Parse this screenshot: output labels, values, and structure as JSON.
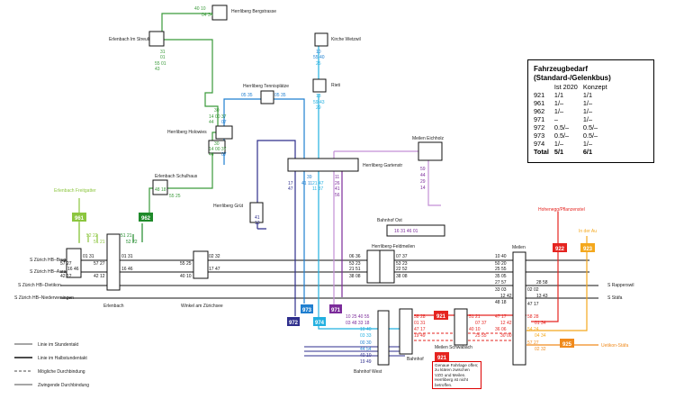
{
  "colors": {
    "green": "#3a9a3a",
    "lime": "#8cc63f",
    "dark_green": "#1f8a2a",
    "blue": "#1f7fd0",
    "navy": "#2e2e8c",
    "purple": "#7b2b9a",
    "lilac": "#c38fd6",
    "cyan": "#22b0e0",
    "red": "#e52420",
    "orange": "#f08a1c",
    "amber": "#f4a81d",
    "black": "#111111"
  },
  "stops": {
    "bergstrasse": "Herrliberg Bergstrasse",
    "streuli": "Erlenbach Im Streuli",
    "wetzwil": "Kirche Wetzwil",
    "rieti": "Rieti",
    "tennisplaetze": "Herrliberg Tennisplätze",
    "holowies": "Herrliberg Holowies",
    "schulhaus": "Erlenbach Schulhaus",
    "eichholz": "Meilen Eichholz",
    "gartenstr": "Herrliberg Gartenstr",
    "gruet": "Herrliberg Grüt",
    "bahnhof_ost": "Bahnhof Ost",
    "feldmeilen": "Herrliberg-Feldmeilen",
    "meilen": "Meilen",
    "erlenbach": "Erlenbach",
    "winkel": "Winkel am Zürichsee",
    "freitgatter": "Erlenbach Freitgatter",
    "hohenegg": "Hohenegg/Pflanzenstel",
    "inderau": "In der Au",
    "uetikon": "Uetikon-Stäfa",
    "schwabach": "Meilen Schwabach",
    "bahnhof": "Bahnhof",
    "bahnhof_west": "Bahnhof West"
  },
  "rail": {
    "brugg": "S Zürich HB–Brugg",
    "aarau": "S Zürich HB–Aarau",
    "dietikon": "S Zürich HB–Dietikon",
    "niederweningen": "S Zürich HB–Niederweningen",
    "rapperswil": "S Rapperswil",
    "staefa": "S Stäfa"
  },
  "lines": {
    "l921": "921",
    "l961": "961",
    "l962": "962",
    "l971": "971",
    "l972": "972",
    "l973": "973",
    "l974": "974",
    "l925": "925",
    "l922": "922",
    "l923": "923"
  },
  "times": {
    "t1": "40 10",
    "t2": "04 34",
    "t3": "31",
    "t4": "01",
    "t5": "55 01",
    "t6": "43",
    "t7": "10",
    "t8": "55 40",
    "t9": "25",
    "t10": "13",
    "t11": "59 43",
    "t12": "29",
    "t13": "05 35",
    "t14": "05 35",
    "t15": "30",
    "t16": "14 00 37",
    "t17": "44",
    "t18": "07",
    "t19": "30",
    "t20": "14 00 37",
    "t21": "44",
    "t22": "07",
    "t23": "48 18",
    "t24": "55 25",
    "t25": "59",
    "t26": "44",
    "t27": "29",
    "t28": "14",
    "t29": "17",
    "t30": "47",
    "t31": "39",
    "t32": "41 11",
    "t33": "21 47",
    "t34": "11 37",
    "t35": "11",
    "t36": "26",
    "t37": "41",
    "t38": "56",
    "t39": "41",
    "t40": "13",
    "t41": "16 31 46 01",
    "t42": "52 22",
    "t43": "51 21",
    "t44": "52 22",
    "t45": "51 21",
    "t46": "01 31",
    "t47": "57 27",
    "t48": "16 46",
    "t49": "42 12",
    "t50": "01 31",
    "t51": "57 27",
    "t52": "16 46",
    "t53": "42 12",
    "t54": "02 32",
    "t55": "55 25",
    "t56": "17 47",
    "t57": "40 10",
    "t58": "06 36",
    "t59": "53 23",
    "t60": "21 51",
    "t61": "38 08",
    "t62": "07 37",
    "t63": "53 23",
    "t64": "22 52",
    "t65": "38 08",
    "t66": "10 40",
    "t67": "50 20",
    "t68": "25 55",
    "t69": "35 05",
    "t70": "27 57",
    "t71": "33 03",
    "t72": "12 42",
    "t73": "48 18",
    "t74": "47 17",
    "t75": "28 58",
    "t76": "02 02",
    "t77": "13 43",
    "t78": "10 25 40 55",
    "t79": "03 48 33 18",
    "t80": "10 40",
    "t81": "03 33",
    "t82": "00 30",
    "t83": "44 54",
    "t84": "40 10",
    "t85": "19 49",
    "t86": "58 28",
    "t87": "01 31",
    "t88": "47 17",
    "t89": "19 49",
    "t90": "51 21",
    "t91": "07 37",
    "t92": "40 10",
    "t93": "25 55",
    "t94": "47 17",
    "t95": "12 42",
    "t96": "36 06",
    "t97": "30 00",
    "t98": "58 28",
    "t99": "01 34",
    "t100": "54 24",
    "t101": "04 34",
    "t102": "57 27",
    "t103": "02 32"
  },
  "table": {
    "title": "Fahrzeugbedarf (Standard-/Gelenkbus)",
    "head": [
      "",
      "Ist 2020",
      "Konzept"
    ],
    "rows": [
      [
        "921",
        "1/1",
        "1/1"
      ],
      [
        "961",
        "1/–",
        "1/–"
      ],
      [
        "962",
        "1/–",
        "1/–"
      ],
      [
        "971",
        "–",
        "1/–"
      ],
      [
        "972",
        "0.5/–",
        "0.5/–"
      ],
      [
        "973",
        "0.5/–",
        "0.5/–"
      ],
      [
        "974",
        "1/–",
        "1/–"
      ]
    ],
    "total": [
      "Total",
      "5/1",
      "6/1"
    ]
  },
  "legend": {
    "hourly": "Linie im Stundentakt",
    "half_hourly": "Linie im Halbstundentakt",
    "possible": "Mögliche Durchbindung",
    "forced": "Zwingende Durchbindung"
  },
  "note": "Genaue Fahrlage offen; zu klären zwischen VZO und Meilen. Herrliberg ist nicht betroffen."
}
